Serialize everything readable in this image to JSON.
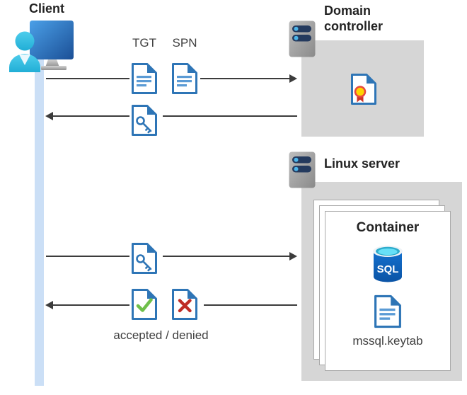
{
  "client": {
    "label": "Client"
  },
  "domain_controller": {
    "label": "Domain controller"
  },
  "linux_server": {
    "label": "Linux server"
  },
  "container": {
    "title": "Container",
    "sql_badge": "SQL",
    "keytab_label": "mssql.keytab"
  },
  "messages": {
    "tgt_label": "TGT",
    "spn_label": "SPN",
    "result_label": "accepted / denied"
  },
  "icons": {
    "client": "user-at-monitor-icon",
    "domain_controller": "server-icon",
    "linux_server": "server-icon",
    "tgt": "text-document-icon",
    "spn": "text-document-icon",
    "service_ticket": "key-document-icon",
    "certificate": "certificate-ribbon-document-icon",
    "accepted": "check-document-icon",
    "denied": "x-document-icon",
    "sql": "sql-database-cylinder-icon",
    "keytab": "text-document-icon",
    "arrows": [
      "arrow-right-icon",
      "arrow-left-icon",
      "arrow-right-icon",
      "arrow-left-icon"
    ]
  },
  "colors": {
    "doc_border_blue": "#2e75b6",
    "doc_line_blue": "#5b9bd5",
    "accepted_green": "#6fbf4a",
    "denied_red": "#bf2b25",
    "cert_yellow": "#ffd400",
    "cert_ring_red": "#e8483f",
    "cert_ribbon_red": "#cf3526",
    "lifeline_blue": "#cbdff6",
    "box_gray": "#d6d6d6",
    "arrow_gray": "#3c3c3c",
    "server_pill_navy": "#243a5e",
    "server_dot_blue": "#4cb4e8",
    "sql_cyan_top": "#66e0f7"
  }
}
